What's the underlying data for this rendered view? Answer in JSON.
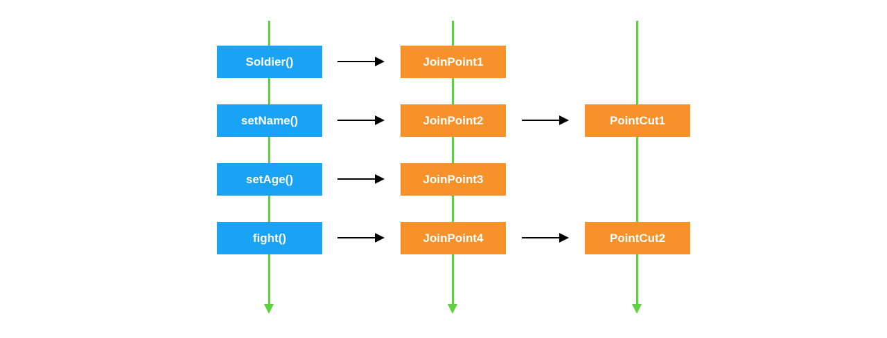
{
  "colors": {
    "timeline": "#5ed13f",
    "method_box": "#1aa3f5",
    "join_point_box": "#f7922a",
    "point_cut_box": "#f7922a",
    "arrow": "#000000",
    "text": "#ffffff"
  },
  "methods": [
    {
      "label": "Soldier()"
    },
    {
      "label": "setName()"
    },
    {
      "label": "setAge()"
    },
    {
      "label": "fight()"
    }
  ],
  "join_points": [
    {
      "label": "JoinPoint1"
    },
    {
      "label": "JoinPoint2"
    },
    {
      "label": "JoinPoint3"
    },
    {
      "label": "JoinPoint4"
    }
  ],
  "point_cuts": [
    {
      "label": "PointCut1"
    },
    {
      "label": "PointCut2"
    }
  ]
}
